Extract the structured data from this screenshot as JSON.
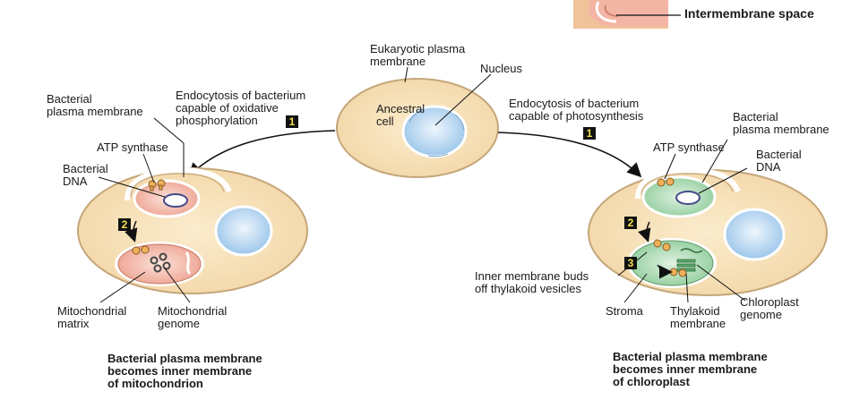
{
  "labels": {
    "intermembrane_space": "Intermembrane space",
    "eukaryotic_plasma_membrane": "Eukaryotic plasma\nmembrane",
    "nucleus": "Nucleus",
    "ancestral_cell": "Ancestral\ncell",
    "left_endocytosis": "Endocytosis of bacterium\ncapable of oxidative\nphosphorylation",
    "right_endocytosis": "Endocytosis of bacterium\ncapable of photosynthesis",
    "left_bacterial_plasma_membrane": "Bacterial\nplasma membrane",
    "left_atp_synthase": "ATP synthase",
    "left_bacterial_dna": "Bacterial\nDNA",
    "mitochondrial_matrix": "Mitochondrial\nmatrix",
    "mitochondrial_genome": "Mitochondrial\ngenome",
    "left_caption": "Bacterial plasma membrane\nbecomes inner membrane\nof mitochondrion",
    "right_atp_synthase": "ATP synthase",
    "right_bacterial_plasma_membrane": "Bacterial\nplasma membrane",
    "right_bacterial_dna": "Bacterial\nDNA",
    "inner_membrane_buds": "Inner membrane buds\noff thylakoid vesicles",
    "stroma": "Stroma",
    "thylakoid_membrane": "Thylakoid\nmembrane",
    "chloroplast_genome": "Chloroplast\ngenome",
    "right_caption": "Bacterial plasma membrane\nbecomes inner membrane\nof chloroplast"
  },
  "steps": {
    "left_1": "1",
    "left_2": "2",
    "right_1": "1",
    "right_2": "2",
    "right_3": "3"
  },
  "colors": {
    "cell_fill": "#f6dfb8",
    "cell_stroke": "#b89a72",
    "nucleus_fill": "#bcd9f3",
    "mito_fill": "#f2b7a6",
    "chloro_fill": "#a8d5b0",
    "atp_synthase": "#f0b15a"
  }
}
